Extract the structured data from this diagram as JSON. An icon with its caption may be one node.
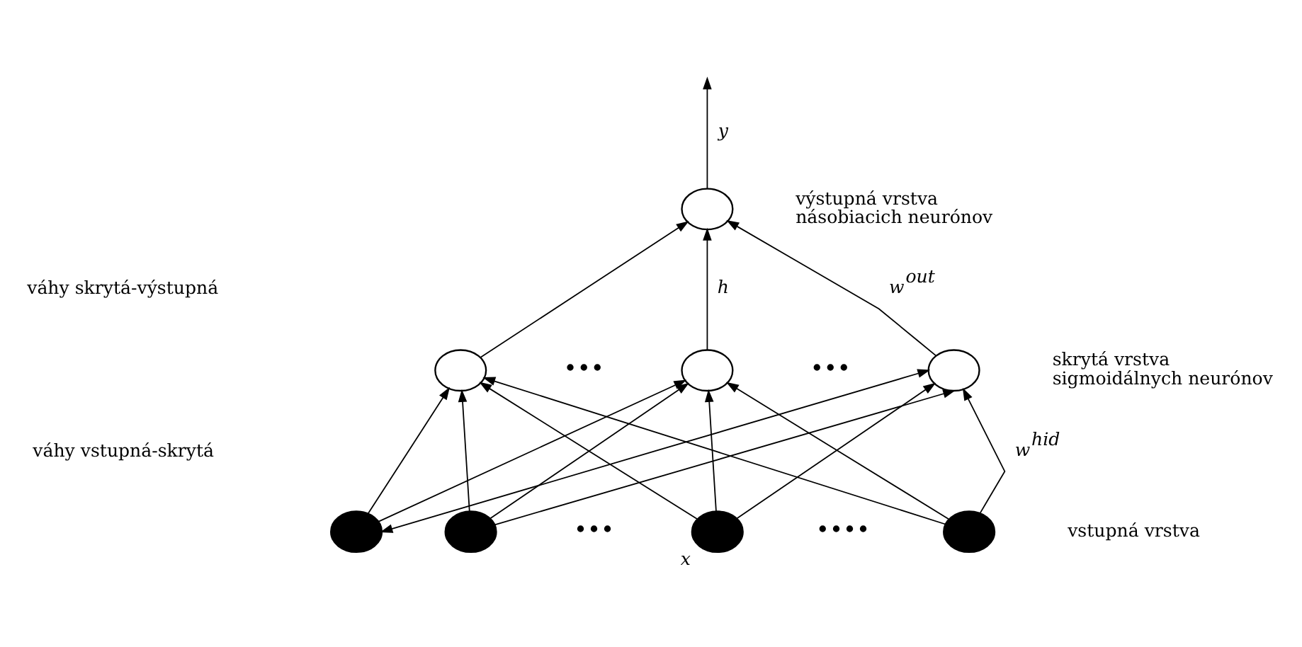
{
  "diagram": {
    "nodes": [
      {
        "text": [],
        "shape": "circle",
        "beside": [
          "výstupná vrstva násobiacich neurónov"
        ]
      },
      {
        "text": [],
        "shape": "circle"
      },
      {
        "text": [],
        "shape": "circle"
      },
      {
        "text": [],
        "shape": "circle"
      },
      {
        "text": [],
        "shape": "circle"
      },
      {
        "text": [],
        "shape": "circle"
      },
      {
        "text": [],
        "shape": "circle",
        "beside": [
          "x"
        ]
      },
      {
        "text": [],
        "shape": "circle"
      }
    ],
    "edges": [
      {
        "from": 0,
        "to": null,
        "arrow": "to",
        "label": "y"
      },
      {
        "from": 1,
        "to": 0,
        "arrow": "to"
      },
      {
        "from": 2,
        "to": 0,
        "arrow": "to",
        "label": "h"
      },
      {
        "from": 3,
        "to": 0,
        "arrow": "to",
        "label": "w$^{out}$"
      },
      {
        "from": 4,
        "to": 1,
        "arrow": "to"
      },
      {
        "from": 4,
        "to": 2,
        "arrow": "to"
      },
      {
        "from": 4,
        "to": 3,
        "arrow": "both"
      },
      {
        "from": 5,
        "to": 1,
        "arrow": "to"
      },
      {
        "from": 5,
        "to": 2,
        "arrow": "to"
      },
      {
        "from": 5,
        "to": 3,
        "arrow": "to"
      },
      {
        "from": 6,
        "to": 1,
        "arrow": "to"
      },
      {
        "from": 6,
        "to": 2,
        "arrow": "to"
      },
      {
        "from": 6,
        "to": 3,
        "arrow": "to"
      },
      {
        "from": 7,
        "to": 1,
        "arrow": "to"
      },
      {
        "from": 7,
        "to": 2,
        "arrow": "to"
      },
      {
        "from": 7,
        "to": 3,
        "arrow": "to",
        "label": "w$^{hid}$"
      }
    ],
    "labels": [
      "váhy skrytá-výstupná",
      "skrytá vrstva sigmoidálnych neurónov",
      "•••",
      "•••",
      "váhy vstupná-skrytá",
      "•••",
      "••••",
      "vstupná vrstva"
    ]
  }
}
